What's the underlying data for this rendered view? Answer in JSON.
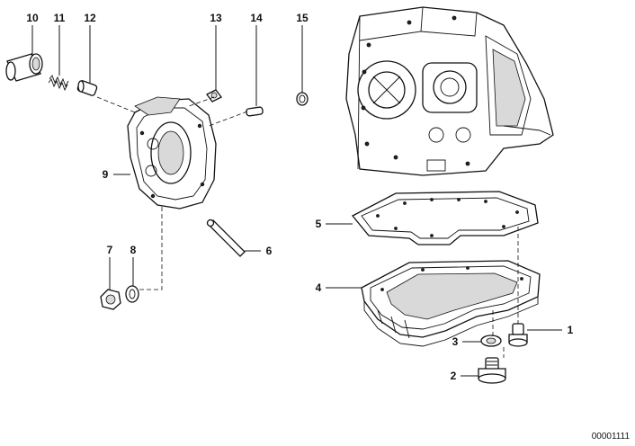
{
  "diagram": {
    "callouts": [
      {
        "id": "10",
        "label": "10"
      },
      {
        "id": "11",
        "label": "11"
      },
      {
        "id": "12",
        "label": "12"
      },
      {
        "id": "13",
        "label": "13"
      },
      {
        "id": "14",
        "label": "14"
      },
      {
        "id": "15",
        "label": "15"
      },
      {
        "id": "9",
        "label": "9"
      },
      {
        "id": "5",
        "label": "5"
      },
      {
        "id": "6",
        "label": "6"
      },
      {
        "id": "7",
        "label": "7"
      },
      {
        "id": "8",
        "label": "8"
      },
      {
        "id": "4",
        "label": "4"
      },
      {
        "id": "1",
        "label": "1"
      },
      {
        "id": "3",
        "label": "3"
      },
      {
        "id": "2",
        "label": "2"
      }
    ],
    "reference": "00001111",
    "colors": {
      "ink": "#111111",
      "paper": "#ffffff",
      "shade": "#d9d9d9"
    }
  }
}
